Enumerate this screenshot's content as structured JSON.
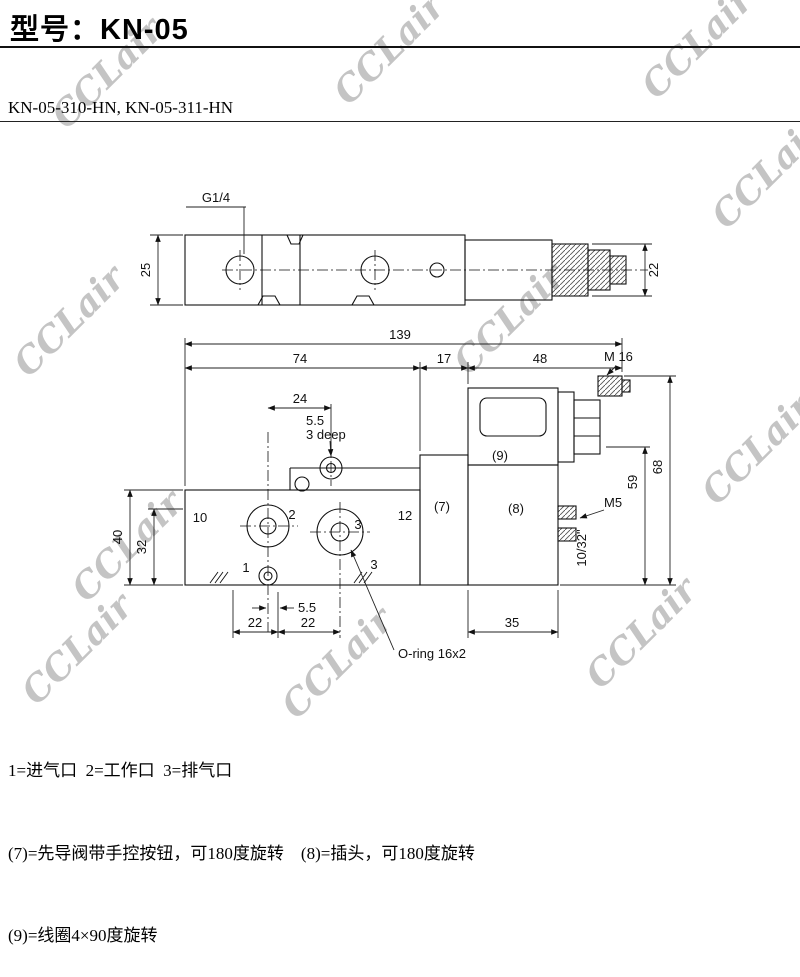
{
  "page": {
    "title": "型号：KN-05",
    "subtitle": "KN-05-310-HN, KN-05-311-HN",
    "watermark": "CCLair"
  },
  "top_view": {
    "g_thread": "G1/4",
    "height": "25",
    "connector_height": "22"
  },
  "front_view": {
    "total_width": "139",
    "seg_a": "74",
    "seg_b": "17",
    "seg_c": "48",
    "m16": "M 16",
    "dim24": "24",
    "hole_dia": "5.5",
    "hole_depth": "3 deep",
    "ref9": "(9)",
    "ref8": "(8)",
    "ref7": "(7)",
    "dim59": "59",
    "dim68": "68",
    "m5": "M5",
    "thread_small": "10/32\"",
    "dim40": "40",
    "dim32": "32",
    "dim10": "10",
    "port2": "2",
    "port3": "3",
    "dim12": "12",
    "port1": "1",
    "port3_leader": "3",
    "offset55": "5.5",
    "pitch22a": "22",
    "pitch22b": "22",
    "dim35": "35",
    "oring": "O-ring 16x2"
  },
  "notes": [
    "1=进气口  2=工作口  3=排气口",
    "(7)=先导阀带手控按钮，可180度旋转    (8)=插头，可180度旋转",
    "(9)=线圈4×90度旋转"
  ]
}
